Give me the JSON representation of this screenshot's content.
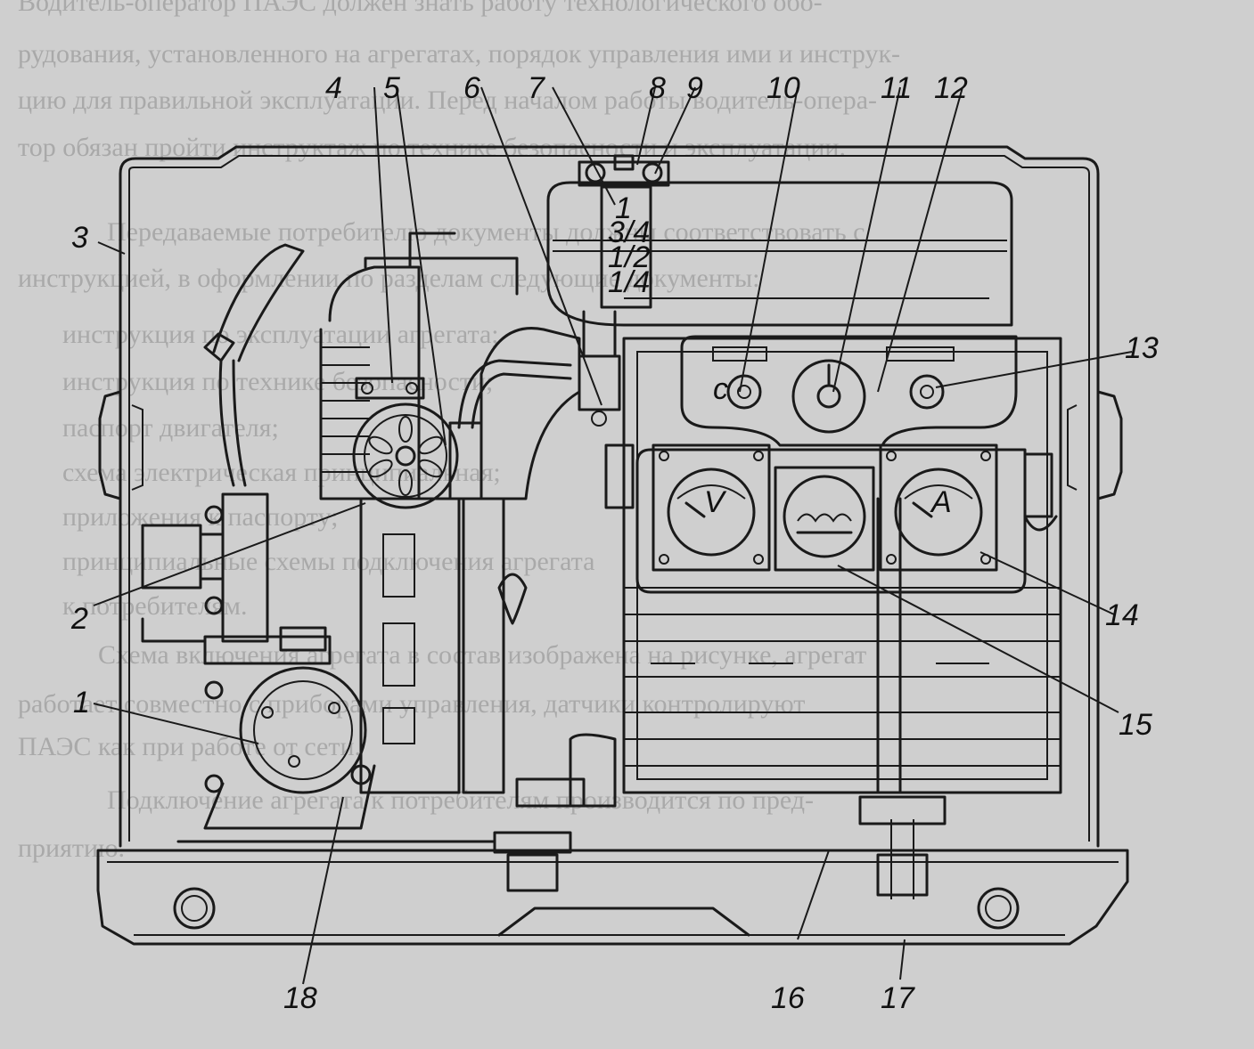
{
  "background_text": [
    "Водитель-оператор ПАЭС должен знать работу технологического обо-",
    "рудования, установленного на агрегатах, порядок управления ими и инструк-",
    "цию для правильной эксплуатации. Перед началом работы водитель-опера-",
    "тор обязан пройти инструктаж по технике безопасности и эксплуатации.",
    "Передаваемые потребителю документы должны соответствовать с",
    "инструкцией, в оформлении по разделам следующие документы:",
    "инструкция по эксплуатации агрегата;",
    "инструкция по технике безопасности;",
    "паспорт двигателя;",
    "схема электрическая принципиальная;",
    "приложения к паспорту;",
    "принципиальные схемы подключения агрегата",
    "к потребителям.",
    "Схема включения агрегата в состав изображена на рисунке, агрегат",
    "работает совместно с приборами управления, датчики контролируют",
    "ПАЭС как при работе от сети.",
    "Подключение агрегата к потребителям производится по пред-",
    "приятию."
  ],
  "gauge_labels": {
    "tank_levels": [
      "1",
      "3/4",
      "1/2",
      "1/4"
    ],
    "voltmeter": "V",
    "ammeter": "A",
    "switch_mark": "c"
  },
  "callouts": [
    "1",
    "2",
    "3",
    "4",
    "5",
    "6",
    "7",
    "8",
    "9",
    "10",
    "11",
    "12",
    "13",
    "14",
    "15",
    "16",
    "17",
    "18"
  ]
}
